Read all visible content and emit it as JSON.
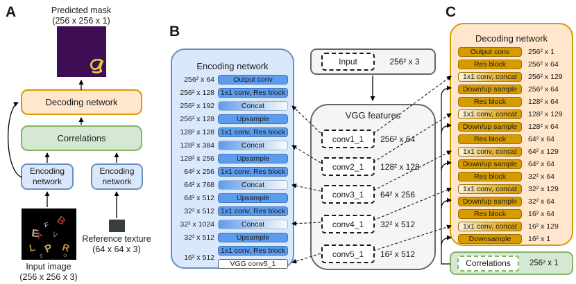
{
  "colors": {
    "blue-fill": "#dae8fc",
    "blue-border": "#6c8ebf",
    "row-blue": "#5d9cec",
    "orange-fill": "#ffe6cc",
    "gold": "#d79b00",
    "green-fill": "#d5e8d4",
    "green-border": "#82b366",
    "grey-fill": "#f5f5f5",
    "grey-border": "#666666",
    "mask-purple": "#3e0e55",
    "squiggle-yellow": "#e8c838"
  },
  "panelA": {
    "label": "A",
    "mask_title": "Predicted mask",
    "mask_dims": "(256 x 256 x 1)",
    "decoding_label": "Decoding network",
    "correlations_label": "Correlations",
    "encoding_left_line1": "Encoding",
    "encoding_left_line2": "network",
    "encoding_right_line1": "Encoding",
    "encoding_right_line2": "network",
    "input_label": "Input image",
    "input_dims": "(256 x 256 x 3)",
    "texture_label": "Reference texture",
    "texture_dims": "(64 x 64 x 3)"
  },
  "panelB": {
    "label": "B",
    "title": "Encoding network",
    "rows": [
      {
        "dim": "256² x 64",
        "op": "Output conv",
        "style": "solid"
      },
      {
        "dim": "256² x 128",
        "op": "1x1 conv, Res block",
        "style": "solid"
      },
      {
        "dim": "256² x 192",
        "op": "Concat",
        "style": "grad"
      },
      {
        "dim": "256² x 128",
        "op": "Upsample",
        "style": "solid"
      },
      {
        "dim": "128² x 128",
        "op": "1x1 conv, Res block",
        "style": "solid"
      },
      {
        "dim": "128² x 384",
        "op": "Concat",
        "style": "grad"
      },
      {
        "dim": "128² x 256",
        "op": "Upsample",
        "style": "solid"
      },
      {
        "dim": "64² x 256",
        "op": "1x1 conv, Res block",
        "style": "solid"
      },
      {
        "dim": "64² x 768",
        "op": "Concat",
        "style": "grad"
      },
      {
        "dim": "64² x 512",
        "op": "Upsample",
        "style": "solid"
      },
      {
        "dim": "32² x 512",
        "op": "1x1 conv, Res block",
        "style": "solid"
      },
      {
        "dim": "32² x 1024",
        "op": "Concat",
        "style": "grad"
      },
      {
        "dim": "32² x 512",
        "op": "Upsample",
        "style": "solid"
      }
    ],
    "bottom_group": {
      "dim": "16² x 512",
      "conv_row": "1x1 conv, Res block",
      "vgg_row": "VGG conv5_1"
    }
  },
  "vgg": {
    "input_label": "Input",
    "input_dim": "256² x 3",
    "title": "VGG features",
    "layers": [
      {
        "name": "conv1_1",
        "dim": "256² x 64"
      },
      {
        "name": "conv2_1",
        "dim": "128² x 128"
      },
      {
        "name": "conv3_1",
        "dim": "64² x 256"
      },
      {
        "name": "conv4_1",
        "dim": "32² x 512"
      },
      {
        "name": "conv5_1",
        "dim": "16² x 512"
      }
    ]
  },
  "panelC": {
    "label": "C",
    "title": "Decoding network",
    "rows": [
      {
        "op": "Output conv",
        "dim": "256² x 1",
        "style": "solid"
      },
      {
        "op": "Res block",
        "dim": "256² x 64",
        "style": "solid"
      },
      {
        "op": "1x1 conv, concat",
        "dim": "256² x 129",
        "style": "grad"
      },
      {
        "op": "Down/up sample",
        "dim": "256² x 64",
        "style": "solid"
      },
      {
        "op": "Res block",
        "dim": "128² x 64",
        "style": "solid"
      },
      {
        "op": "1x1 conv, concat",
        "dim": "128² x 129",
        "style": "grad"
      },
      {
        "op": "Down/up sample",
        "dim": "128² x 64",
        "style": "solid"
      },
      {
        "op": "Res block",
        "dim": "64² x 64",
        "style": "solid"
      },
      {
        "op": "1x1 conv, concat",
        "dim": "64² x 129",
        "style": "grad"
      },
      {
        "op": "Down/up sample",
        "dim": "64² x 64",
        "style": "solid"
      },
      {
        "op": "Res block",
        "dim": "32² x 64",
        "style": "solid"
      },
      {
        "op": "1x1 conv, concat",
        "dim": "32² x 129",
        "style": "grad"
      },
      {
        "op": "Down/up sample",
        "dim": "32² x 64",
        "style": "solid"
      },
      {
        "op": "Res block",
        "dim": "16² x 64",
        "style": "solid"
      },
      {
        "op": "1x1 conv, concat",
        "dim": "16² x 129",
        "style": "grad"
      },
      {
        "op": "Downsample",
        "dim": "16² x 1",
        "style": "solid"
      }
    ],
    "correlations_label": "Correlations",
    "correlations_dim": "256² x 1"
  }
}
